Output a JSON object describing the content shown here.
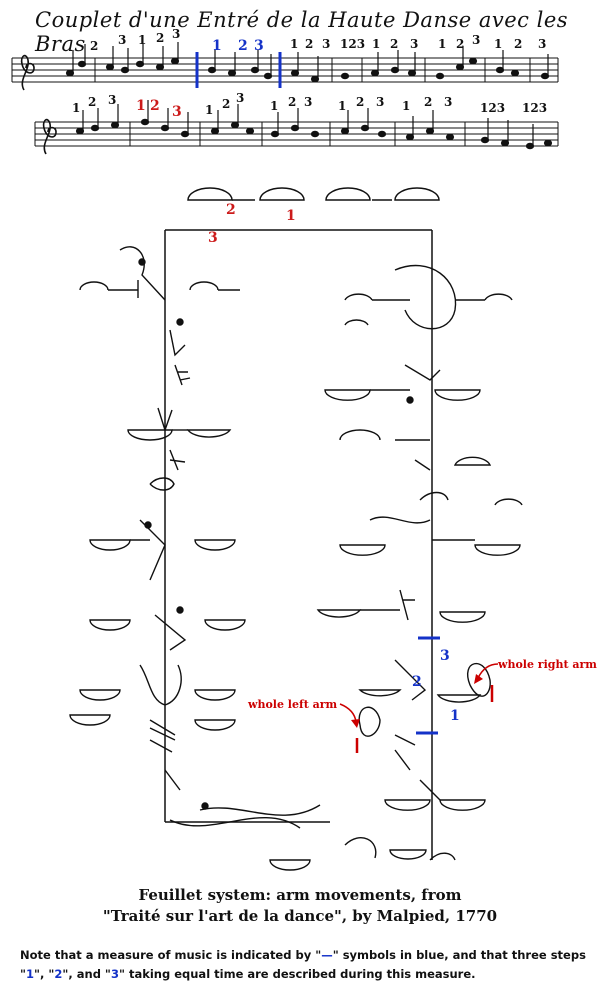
{
  "score": {
    "title": "Couplet d'une Entré de la Haute Danse avec les Bras",
    "staff1_fingering_red": [],
    "staff1_fingering_blue": [
      "1",
      "2",
      "3"
    ],
    "staff2_fingering_red": [
      "1",
      "2",
      "3"
    ]
  },
  "annotations": {
    "whole_right_arm": "whole right arm",
    "whole_left_arm": "whole left arm",
    "top_red_1": "1",
    "top_red_2": "2",
    "top_red_3": "3",
    "blue_1": "1",
    "blue_2": "2",
    "blue_3": "3"
  },
  "caption": {
    "line1": "Feuillet system: arm movements, from",
    "line2": "\"Traité sur l'art de la dance\", by Malpied, 1770"
  },
  "note": {
    "part1": "Note that a measure of music is indicated by \"",
    "symbol": "—",
    "part2": "\" symbols in blue, and that three steps \"",
    "s1": "1",
    "sep1": "\", \"",
    "s2": "2",
    "sep2": "\", and \"",
    "s3": "3",
    "part3": "\" taking equal time are described during this measure."
  },
  "colors": {
    "ink": "#111111",
    "red": "#cc0000",
    "blue": "#1432c8"
  }
}
